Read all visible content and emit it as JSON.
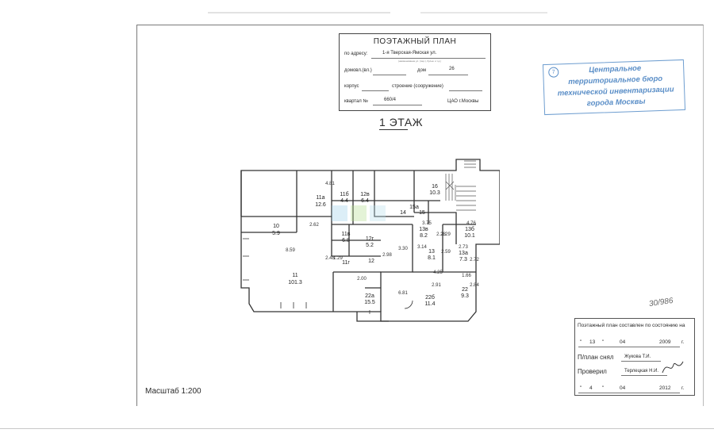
{
  "header": {
    "title": "ПОЭТАЖНЫЙ ПЛАН",
    "address_prefix": "по адресу:",
    "address": "1-я Тверская-Ямская ул.",
    "address_hint": "(наименование ул. (пер.), бульв. и т.д.)",
    "domovl": "домовл.(вл.)",
    "dom_label": "дом",
    "dom_value": "26",
    "korpus": "корпус",
    "stroenie": "строение (сооружение)",
    "kvartal_label": "квартал №",
    "kvartal_value": "660/4",
    "district": "ЦАО г.Москвы"
  },
  "floor_label": "1 ЭТАЖ",
  "stamp": {
    "lines": [
      "Центральное",
      "территориальное бюро",
      "технической инвентаризации",
      "города Москвы"
    ]
  },
  "handwritten": "30/986",
  "info_box": {
    "title": "Поэтажный план составлен по состоянию на",
    "date1": {
      "day": "13",
      "month": "04",
      "year": "2009",
      "suffix": "г."
    },
    "p_label": "П/план снял",
    "p_name": "Жукова Т.И.",
    "check_label": "Проверил",
    "check_name": "Терлецкая Н.И.",
    "date2": {
      "day": "4",
      "month": "04",
      "year": "2012",
      "suffix": "г."
    }
  },
  "scale": "Масштаб 1:200",
  "rooms": [
    {
      "n": "11а",
      "a": "12.6"
    },
    {
      "n": "11б",
      "a": "4.4"
    },
    {
      "n": "12в",
      "a": "6.4"
    },
    {
      "n": "16",
      "a": "10.3"
    },
    {
      "n": "10",
      "a": "5.9"
    },
    {
      "n": "11в",
      "a": "6.8"
    },
    {
      "n": "12г",
      "a": "5.2"
    },
    {
      "n": "13",
      "a": "8.1"
    },
    {
      "n": "13б",
      "a": "10.1"
    },
    {
      "n": "13а",
      "a": "7.3"
    },
    {
      "n": "11",
      "a": "101.3"
    },
    {
      "n": "22а",
      "a": "15.5"
    },
    {
      "n": "22б",
      "a": "11.4"
    },
    {
      "n": "22",
      "a": "9.3"
    },
    {
      "n": "13в",
      "a": "8.2"
    },
    {
      "n": "12",
      "a": ""
    },
    {
      "n": "11г",
      "a": ""
    },
    {
      "n": "14",
      "a": ""
    },
    {
      "n": "15",
      "a": ""
    },
    {
      "n": "15а",
      "a": ""
    },
    {
      "n": "I",
      "a": ""
    }
  ],
  "dims": [
    "4.81",
    "2.62",
    "8.59",
    "2.48",
    "1.29",
    "2.00",
    "2.98",
    "3.30",
    "3.75",
    "3.14",
    "2.59",
    "2.73",
    "2.72",
    "4.76",
    "4.25",
    "1.66",
    "2.91",
    "2.84",
    "6.81",
    "2.28",
    "2.29"
  ]
}
